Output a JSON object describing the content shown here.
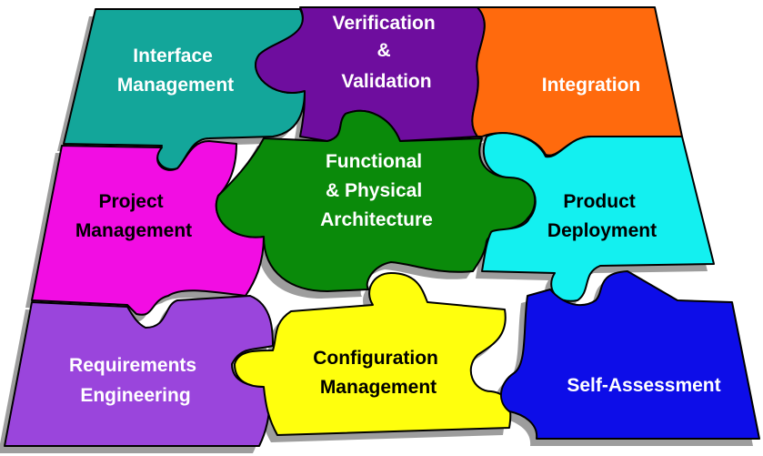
{
  "pieces": [
    {
      "id": "interface",
      "lines": [
        "Interface",
        "Management"
      ],
      "color": "#13A69A",
      "text_color": "#FFFFFF"
    },
    {
      "id": "verification",
      "lines": [
        "Verification",
        "&",
        "Validation"
      ],
      "color": "#6E0D9E",
      "text_color": "#FFFFFF"
    },
    {
      "id": "integration",
      "lines": [
        "Integration"
      ],
      "color": "#FF6A0D",
      "text_color": "#FFFFFF"
    },
    {
      "id": "project",
      "lines": [
        "Project",
        "Management"
      ],
      "color": "#F20DE3",
      "text_color": "#000000"
    },
    {
      "id": "functional",
      "lines": [
        "Functional",
        "& Physical",
        "Architecture"
      ],
      "color": "#0A8A0A",
      "text_color": "#FFFFFF"
    },
    {
      "id": "product",
      "lines": [
        "Product",
        "Deployment"
      ],
      "color": "#13F0F0",
      "text_color": "#000000"
    },
    {
      "id": "requirements",
      "lines": [
        "Requirements",
        "Engineering"
      ],
      "color": "#9A45DC",
      "text_color": "#FFFFFF"
    },
    {
      "id": "configuration",
      "lines": [
        "Configuration",
        "Management"
      ],
      "color": "#FFFF0D",
      "text_color": "#000000"
    },
    {
      "id": "self",
      "lines": [
        "Self-Assessment"
      ],
      "color": "#0D0DE8",
      "text_color": "#FFFFFF"
    }
  ]
}
